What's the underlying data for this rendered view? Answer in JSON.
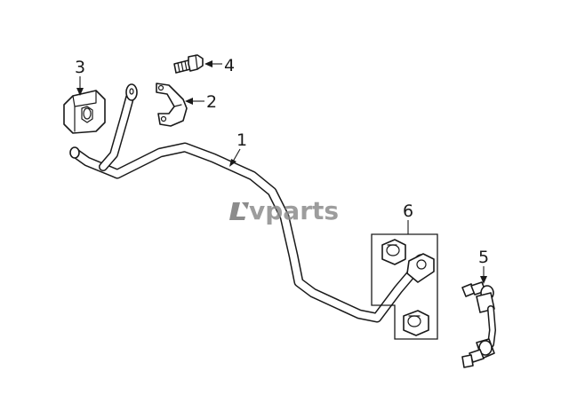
{
  "watermark": {
    "text": "vparts",
    "logo_icon": "lv-monogram-icon"
  },
  "callouts": [
    {
      "number": "1"
    },
    {
      "number": "2"
    },
    {
      "number": "3"
    },
    {
      "number": "4"
    },
    {
      "number": "5"
    },
    {
      "number": "6"
    }
  ]
}
